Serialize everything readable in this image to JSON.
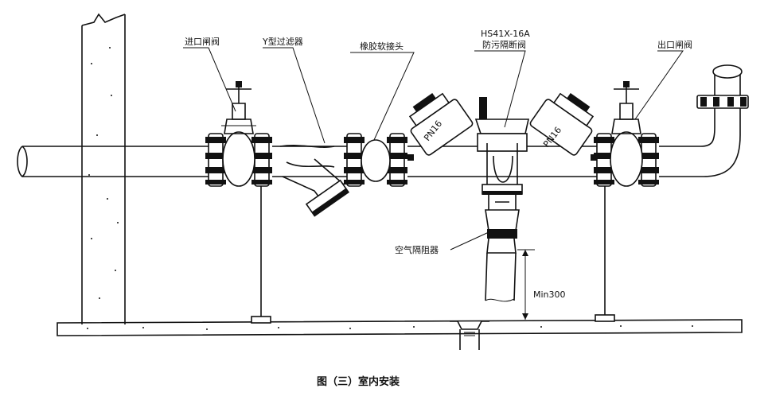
{
  "labels": {
    "inlet_valve": "进口闸阀",
    "y_strainer": "Y型过滤器",
    "rubber_joint": "橡胶软接头",
    "backflow_model": "HS41X-16A",
    "backflow_name": "防污隔断阀",
    "outlet_valve": "出口闸阀",
    "air_gap": "空气隔阻器",
    "pn_left": "PN16",
    "pn_right": "PN16",
    "min_clearance": "Min300"
  },
  "caption": "图（三）室内安装"
}
